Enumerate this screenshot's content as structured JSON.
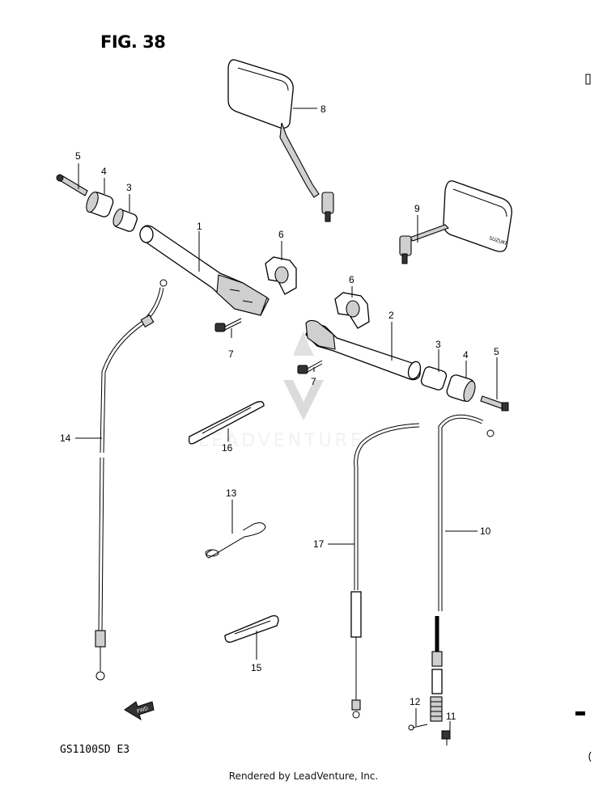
{
  "figure": {
    "title": "FIG. 38",
    "model": "GS1100SD  E3",
    "credit": "Rendered by LeadVenture, Inc.",
    "watermark": "LEADVENTURE",
    "fwd_arrow_label": "FWD"
  },
  "callouts": {
    "p1": "1",
    "p2": "2",
    "p3a": "3",
    "p3b": "3",
    "p4a": "4",
    "p4b": "4",
    "p5a": "5",
    "p5b": "5",
    "p6a": "6",
    "p6b": "6",
    "p7a": "7",
    "p7b": "7",
    "p8": "8",
    "p9": "9",
    "p10": "10",
    "p11": "11",
    "p12": "12",
    "p13": "13",
    "p14": "14",
    "p15": "15",
    "p16": "16",
    "p17": "17"
  },
  "mirror_text": "SUZUKI",
  "colors": {
    "ink": "#000000",
    "shade": "#cfcfcf",
    "watermark": "#bbbbbb"
  }
}
